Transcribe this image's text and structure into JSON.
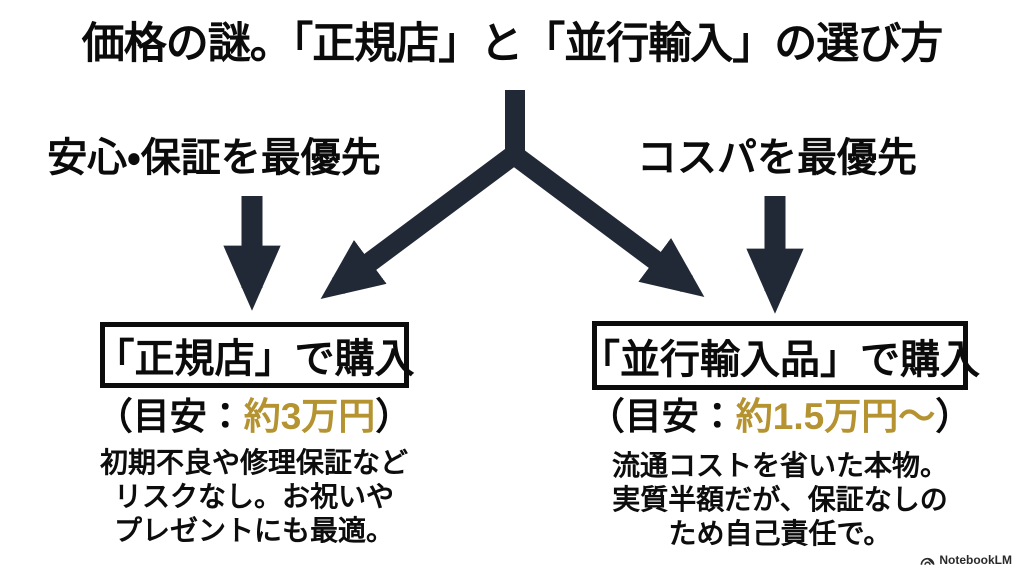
{
  "title": "価格の謎。「正規店」と「並行輸入」の選び方",
  "branches": {
    "left": {
      "priority_label": "安心・保証を最優先",
      "option_label": "「正規店」で購入",
      "price_prefix": "（目安：",
      "price_value": "約3万円",
      "price_suffix": "）",
      "description_lines": [
        "初期不良や修理保証など",
        "リスクなし。お祝いや",
        "プレゼントにも最適。"
      ]
    },
    "right": {
      "priority_label": "コスパを最優先",
      "option_label": "「並行輸入品」で購入",
      "price_prefix": "（目安：",
      "price_value": "約1.5万円〜",
      "price_suffix": "）",
      "description_lines": [
        "流通コストを省いた本物。",
        "実質半額だが、保証なしの",
        "ため自己責任で。"
      ]
    }
  },
  "footer": {
    "brand": "NotebookLM"
  },
  "colors": {
    "accent_gold": "#b59331",
    "arrow": "#222936",
    "text": "#0a0a0a",
    "background": "#ffffff",
    "box_border": "#0c0c0c"
  }
}
